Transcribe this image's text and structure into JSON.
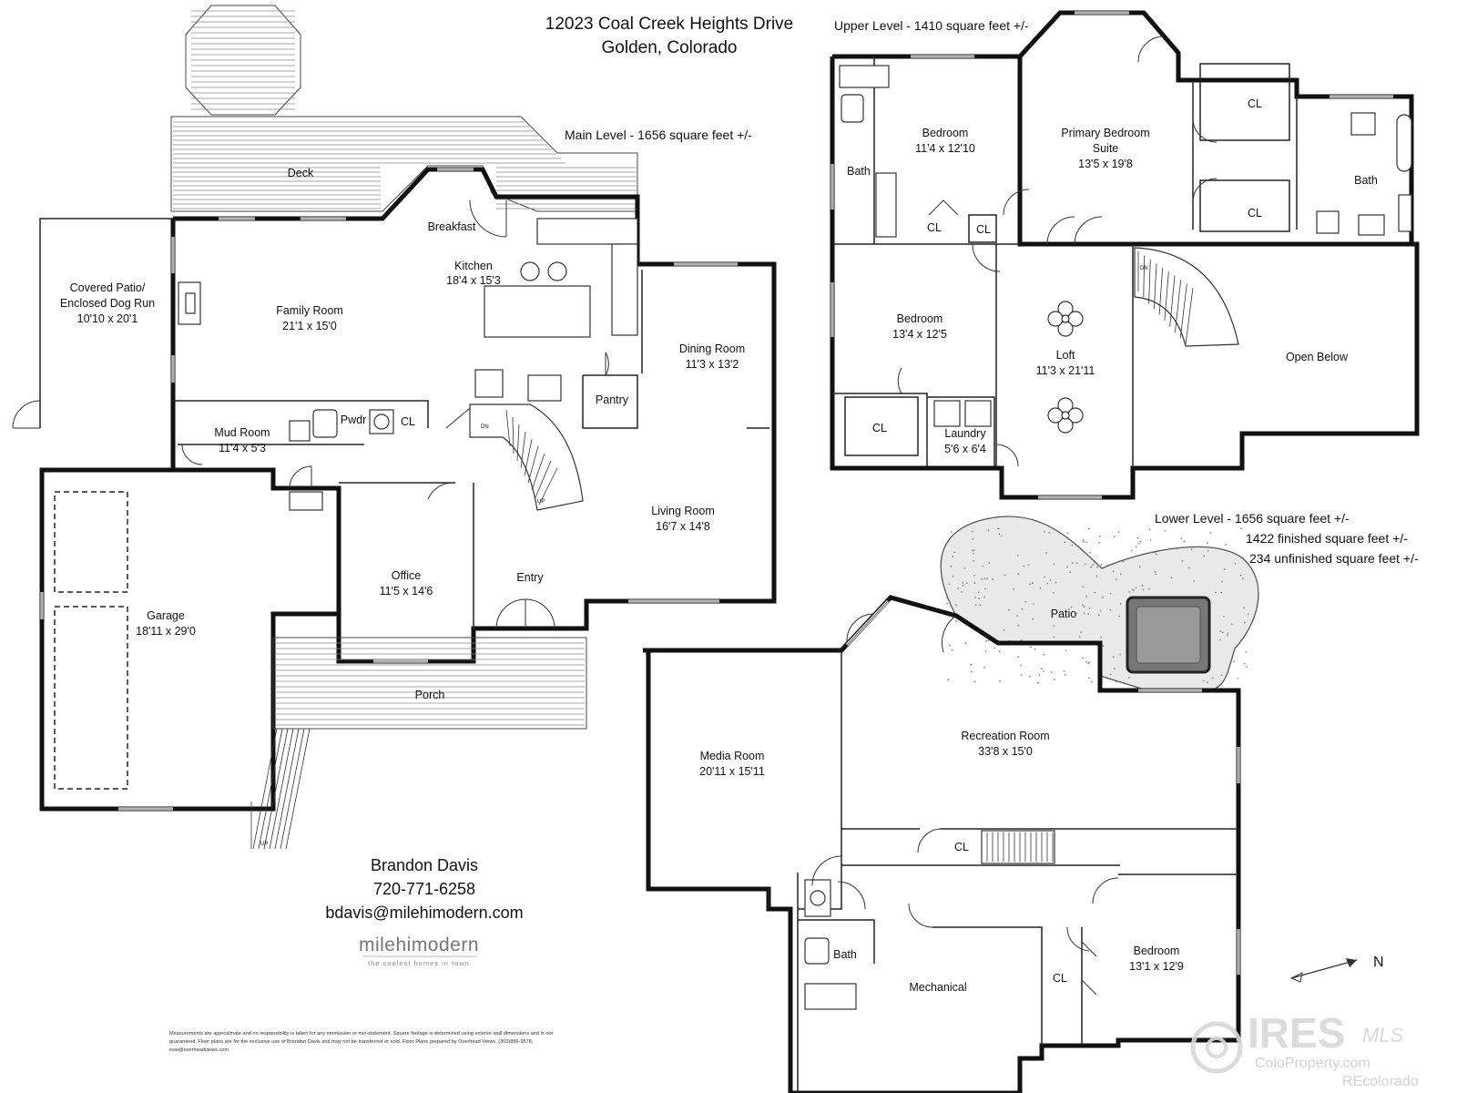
{
  "title": {
    "line1": "12023 Coal Creek Heights Drive",
    "line2": "Golden, Colorado"
  },
  "levels": {
    "main": "Main Level - 1656 square feet +/-",
    "upper": "Upper Level - 1410 square feet +/-",
    "lower1": "Lower Level - 1656 square feet +/-",
    "lower2": "1422 finished square feet +/-",
    "lower3": "234 unfinished square feet +/-"
  },
  "rooms": {
    "deck": "Deck",
    "breakfast": "Breakfast",
    "kitchen_name": "Kitchen",
    "kitchen_dim": "18'4 x 15'3",
    "patio_cov_1": "Covered Patio/",
    "patio_cov_2": "Enclosed Dog Run",
    "patio_cov_dim": "10'10 x 20'1",
    "family_name": "Family Room",
    "family_dim": "21'1 x 15'0",
    "dining_name": "Dining Room",
    "dining_dim": "11'3 x 13'2",
    "pantry": "Pantry",
    "mud_name": "Mud Room",
    "mud_dim": "11'4 x 5'3",
    "pwdr": "Pwdr",
    "cl": "CL",
    "living_name": "Living Room",
    "living_dim": "16'7 x 14'8",
    "office_name": "Office",
    "office_dim": "11'5 x 14'6",
    "entry": "Entry",
    "garage_name": "Garage",
    "garage_dim": "18'11 x 29'0",
    "porch": "Porch",
    "up_bed1_name": "Bedroom",
    "up_bed1_dim": "11'4 x 12'10",
    "primary_1": "Primary Bedroom",
    "primary_2": "Suite",
    "primary_dim": "13'5 x 19'8",
    "bath": "Bath",
    "up_bed2_name": "Bedroom",
    "up_bed2_dim": "13'4 x 12'5",
    "loft_name": "Loft",
    "loft_dim": "11'3 x 21'11",
    "open_below": "Open Below",
    "laundry_name": "Laundry",
    "laundry_dim": "5'6 x 6'4",
    "patio": "Patio",
    "media_name": "Media Room",
    "media_dim": "20'11 x 15'11",
    "rec_name": "Recreation Room",
    "rec_dim": "33'8 x 15'0",
    "mechanical": "Mechanical",
    "low_bed_name": "Bedroom",
    "low_bed_dim": "13'1 x 12'9",
    "dn": "DN",
    "up": "UP"
  },
  "contact": {
    "name": "Brandon Davis",
    "phone": "720-771-6258",
    "email": "bdavis@milehimodern.com"
  },
  "brand": {
    "name": "milehimodern",
    "tagline": "the coolest homes in town"
  },
  "disclaimer": {
    "line1": "Measurements are approximate and no responsibility is taken for any ommission or mis-statement.   Square footage is determined using exterior wall dimensions and is not",
    "line2": "guaranteed. Floor plans are for the exclusive use of Brandon Davis and may not be transferred or sold. Floor Plans prepared by Overhead Views, (303)886-9578,",
    "line3": "esw@overheadviews.com"
  },
  "compass": "N",
  "watermark": {
    "main": "IRES",
    "sub": "MLS",
    "site1": "ColoProperty.com",
    "site2": "REcolorado"
  }
}
